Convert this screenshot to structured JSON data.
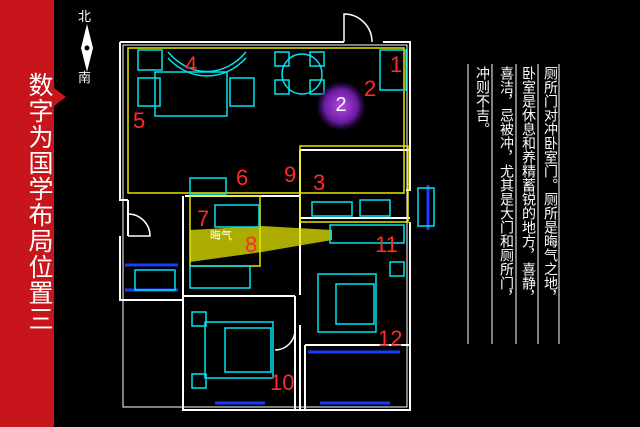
{
  "banner": {
    "title": "数字为国学布局位置三"
  },
  "compass": {
    "north": "北",
    "south": "南"
  },
  "plan": {
    "numbers": [
      "1",
      "2",
      "3",
      "4",
      "5",
      "6",
      "7",
      "8",
      "9",
      "10",
      "11",
      "12"
    ],
    "bagua_marker": "2",
    "huiqi_label": "晦气"
  },
  "notes": {
    "columns": [
      "厕所门对冲卧室门。厕所是晦气之地，",
      "卧室是休息和养精蓄锐的地方，喜静，",
      "喜洁，忌被冲，尤其是大门和厕所门，",
      "冲则不吉。"
    ]
  },
  "colors": {
    "banner": "#c8141b",
    "wall": "#ffffff",
    "furniture": "#00e5ee",
    "zone": "#e6e600",
    "marker": "#7a1fb0",
    "numbers": "#ff2a2a",
    "window": "#1a3cff"
  }
}
